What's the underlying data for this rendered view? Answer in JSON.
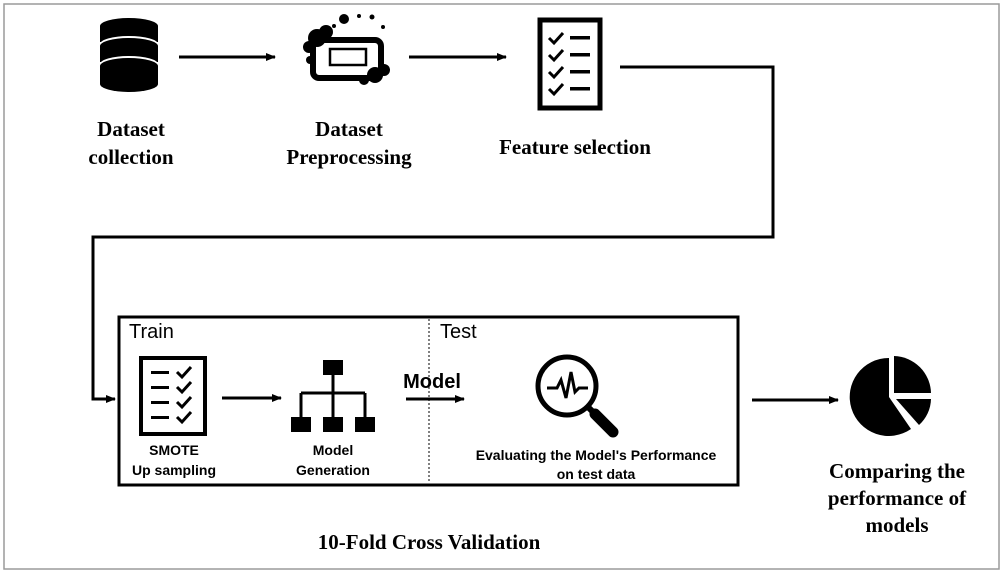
{
  "steps": {
    "dataset_collection": {
      "line1": "Dataset",
      "line2": "collection",
      "icon": "database-icon"
    },
    "dataset_preprocessing": {
      "line1": "Dataset",
      "line2": "Preprocessing",
      "icon": "cleaning-icon"
    },
    "feature_selection": {
      "label": "Feature selection",
      "icon": "checklist-icon"
    }
  },
  "cv_box": {
    "train_label": "Train",
    "test_label": "Test",
    "smote": {
      "line1": "SMOTE",
      "line2": "Up sampling",
      "icon": "checklist-icon"
    },
    "model_generation": {
      "line1": "Model",
      "line2": "Generation",
      "icon": "hierarchy-icon"
    },
    "model_arrow_label": "Model",
    "evaluation": {
      "line1": "Evaluating the Model's Performance",
      "line2": "on test data",
      "icon": "magnifier-signal-icon"
    },
    "caption": "10-Fold Cross Validation"
  },
  "comparison": {
    "line1": "Comparing the",
    "line2": "performance of",
    "line3": "models",
    "icon": "pie-chart-icon"
  },
  "colors": {
    "stroke": "#000000",
    "background": "#ffffff",
    "border": "#9a9a9a"
  }
}
